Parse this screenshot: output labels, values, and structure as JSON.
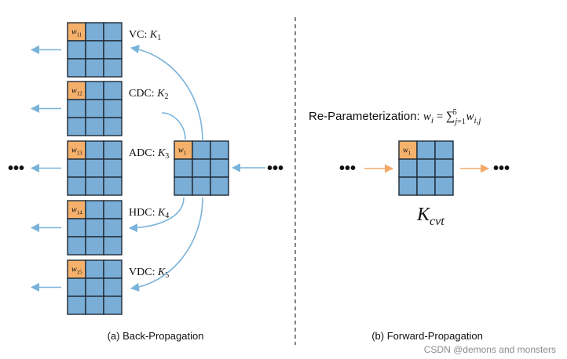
{
  "colors": {
    "cell_fill": "#7aaed6",
    "highlight_fill": "#f5b16c",
    "grid_stroke": "#1f2a36",
    "arrow_blue": "#79b3d9",
    "arrow_orange": "#f4a968",
    "divider": "#444444",
    "text": "#111111",
    "watermark": "#8c8c8c"
  },
  "back_propagation": {
    "kernels": [
      {
        "weight_sub": "11",
        "name": "VC",
        "k_sub": "1"
      },
      {
        "weight_sub": "12",
        "name": "CDC",
        "k_sub": "2"
      },
      {
        "weight_sub": "13",
        "name": "ADC",
        "k_sub": "3"
      },
      {
        "weight_sub": "14",
        "name": "HDC",
        "k_sub": "4"
      },
      {
        "weight_sub": "15",
        "name": "VDC",
        "k_sub": "5"
      }
    ],
    "source_weight_sub": "1",
    "left_ellipsis": "•••",
    "right_ellipsis": "•••",
    "caption": "(a) Back-Propagation"
  },
  "forward_propagation": {
    "formula_prefix": "Re-Parameterization: ",
    "weight_sub": "1",
    "kernel_sub": "cvt",
    "left_ellipsis": "•••",
    "right_ellipsis": "•••",
    "caption": "(b) Forward-Propagation"
  },
  "watermark": "CSDN @demons and monsters"
}
